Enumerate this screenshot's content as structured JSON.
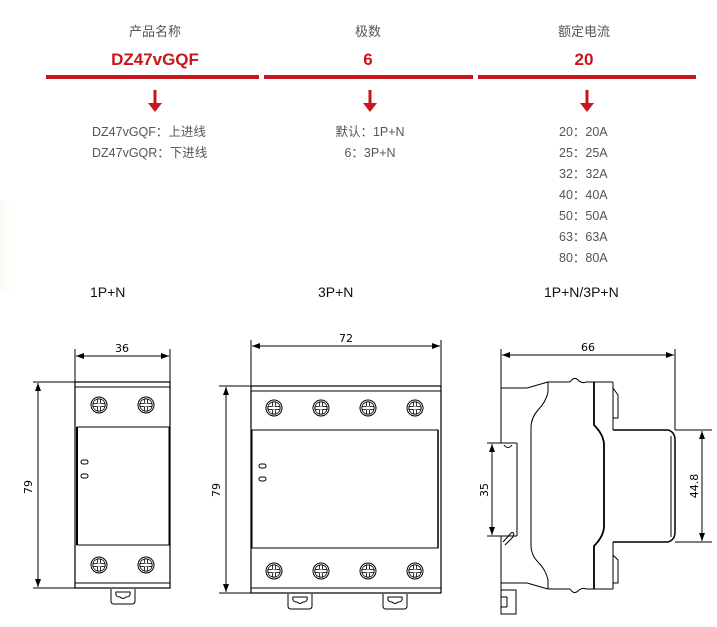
{
  "header": {
    "columns": [
      {
        "title": "产品名称",
        "code": "DZ47vGQF",
        "options": [
          "DZ47vGQF：上进线",
          "DZ47vGQR：下进线"
        ]
      },
      {
        "title": "极数",
        "code": "6",
        "options": [
          "默认：1P+N",
          "6：3P+N"
        ]
      },
      {
        "title": "额定电流",
        "code": "20",
        "options": [
          "20：20A",
          "25：25A",
          "32：32A",
          "40：40A",
          "50：50A",
          "63：63A",
          "80：80A"
        ]
      }
    ],
    "accent_color": "#c8161d"
  },
  "variants": [
    {
      "label": "1P+N"
    },
    {
      "label": "3P+N"
    },
    {
      "label": "1P+N/3P+N"
    }
  ],
  "drawings": {
    "front_1p": {
      "width_dim": "36",
      "height_dim": "79",
      "terminals_per_row": 2
    },
    "front_3p": {
      "width_dim": "72",
      "height_dim": "79",
      "terminals_per_row": 4
    },
    "side": {
      "depth_dim": "66",
      "rail_dim": "35",
      "front_dim": "44.8"
    }
  },
  "icons": {
    "arrow": "arrow-down-icon",
    "screw": "terminal-screw-icon"
  }
}
